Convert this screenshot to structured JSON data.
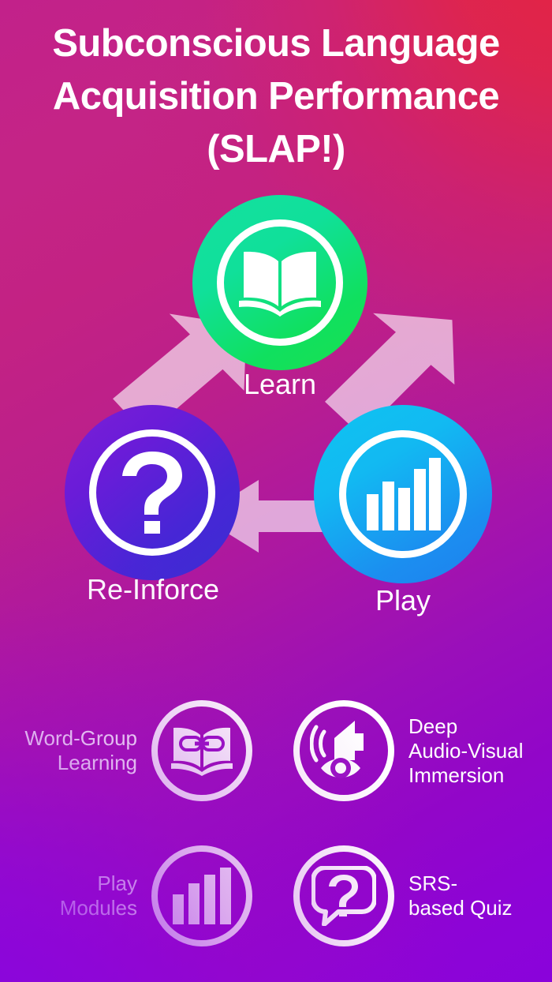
{
  "app": {
    "title": "Subconscious Language Acquisition Performance (SLAP!)",
    "title_line1": "Subconscious Language",
    "title_line2": "Acquisition Performance",
    "title_line3": "(SLAP!)"
  },
  "colors": {
    "background_top_right": "#e6243e",
    "background_mid": "#c2218a",
    "background_bottom_left": "#8a03db",
    "learn_circle": "#12e07a",
    "play_circle": "#15a7f1",
    "reinforce_circle": "#5a23d6",
    "arrow": "#ffffff",
    "text": "#ffffff"
  },
  "flow": {
    "nodes": [
      {
        "id": "learn",
        "label": "Learn",
        "icon": "open-book-icon",
        "color": "#12e07a"
      },
      {
        "id": "play",
        "label": "Play",
        "icon": "bar-chart-icon",
        "color": "#15a7f1"
      },
      {
        "id": "reinforce",
        "label": "Re-Inforce",
        "icon": "question-mark-icon",
        "color": "#5a23d6"
      }
    ],
    "arrows": [
      {
        "id": "reinforce-to-learn",
        "from": "reinforce",
        "to": "learn",
        "icon": "arrow-up-right-icon"
      },
      {
        "id": "learn-to-play",
        "from": "learn",
        "to": "play",
        "icon": "arrow-down-right-icon"
      },
      {
        "id": "play-to-reinforce",
        "from": "play",
        "to": "reinforce",
        "icon": "arrow-left-icon"
      }
    ]
  },
  "features": [
    {
      "id": "word-group-learning",
      "label": "Word-Group\nLearning",
      "icon": "book-with-link-icon",
      "text_side": "left"
    },
    {
      "id": "deep-audio-visual-immersion",
      "label": "Deep\nAudio-Visual\nImmersion",
      "icon": "speaker-eye-icon",
      "text_side": "right"
    },
    {
      "id": "play-modules",
      "label": "Play\nModules",
      "icon": "bar-chart-icon",
      "text_side": "left"
    },
    {
      "id": "srs-based-quiz",
      "label": "SRS-\nbased Quiz",
      "icon": "speech-bubble-question-icon",
      "text_side": "right"
    }
  ]
}
